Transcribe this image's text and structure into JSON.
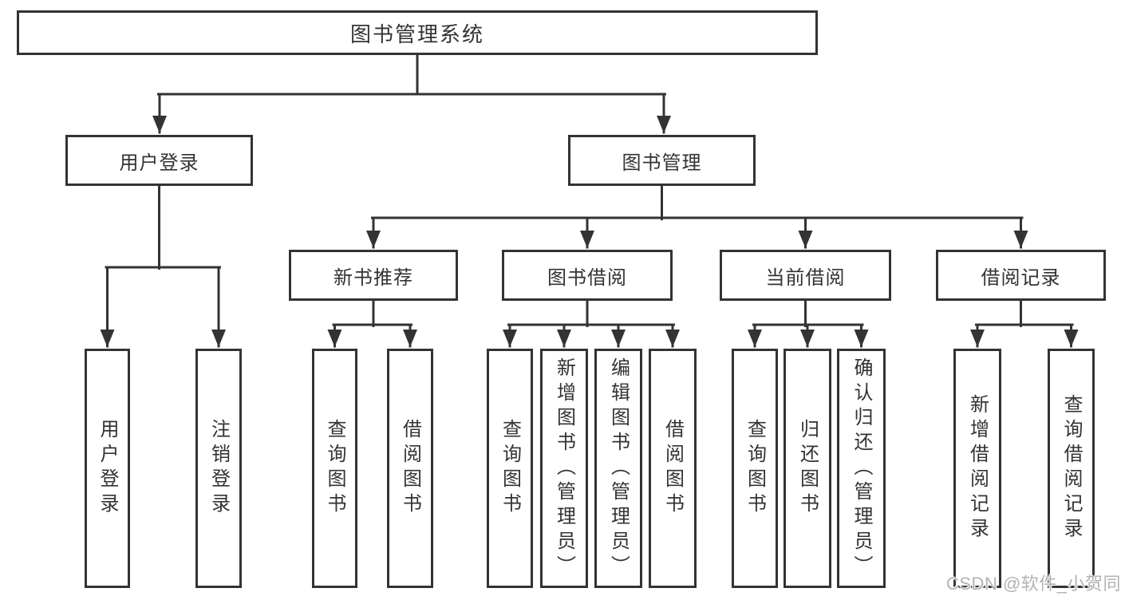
{
  "root": {
    "label": "图书管理系统"
  },
  "branches": {
    "user_login": {
      "label": "用户登录",
      "children": [
        "用户登录",
        "注销登录"
      ]
    },
    "book_management": {
      "label": "图书管理"
    }
  },
  "modules": [
    {
      "label": "新书推荐",
      "children": [
        "查询图书",
        "借阅图书"
      ]
    },
    {
      "label": "图书借阅",
      "children": [
        "查询图书",
        "新增图书（管理员）",
        "编辑图书（管理员）",
        "借阅图书"
      ]
    },
    {
      "label": "当前借阅",
      "children": [
        "查询图书",
        "归还图书",
        "确认归还（管理员）"
      ]
    },
    {
      "label": "借阅记录",
      "children": [
        "新增借阅记录",
        "查询借阅记录"
      ]
    }
  ],
  "watermark": {
    "label": "CSDN @软件_小贺同学"
  },
  "colors": {
    "line": "#333333",
    "box_border": "#333333",
    "text": "#333333",
    "watermark": "#b3b3b3",
    "background": "#ffffff"
  }
}
